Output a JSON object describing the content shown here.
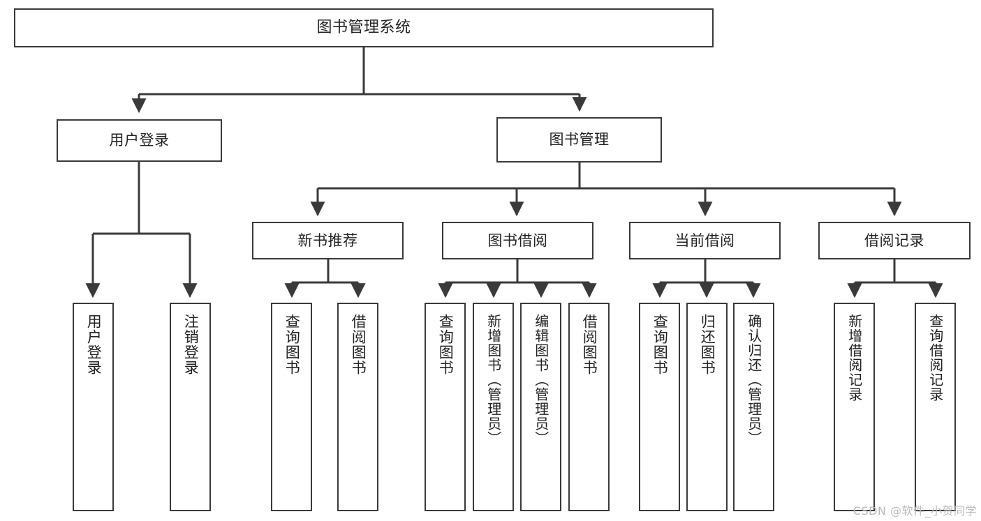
{
  "diagram": {
    "title": "图书管理系统",
    "watermark": "CSDN @软件_小贺同学",
    "line_color": "#3a3a3a",
    "box_fill": "#ffffff",
    "text_color": "#222222",
    "watermark_color": "#b9b9b9"
  },
  "nodes": {
    "root": {
      "label": "图书管理系统"
    },
    "level2": [
      {
        "label": "用户登录"
      },
      {
        "label": "图书管理"
      }
    ],
    "level3": [
      {
        "label": "新书推荐"
      },
      {
        "label": "图书借阅"
      },
      {
        "label": "当前借阅"
      },
      {
        "label": "借阅记录"
      }
    ],
    "leaves_user_login": [
      {
        "label": "用户登录"
      },
      {
        "label": "注销登录"
      }
    ],
    "leaves_new_book": [
      {
        "label": "查询图书"
      },
      {
        "label": "借阅图书"
      }
    ],
    "leaves_borrow": [
      {
        "label": "查询图书"
      },
      {
        "label": "新增图书（管理员）"
      },
      {
        "label": "编辑图书（管理员）"
      },
      {
        "label": "借阅图书"
      }
    ],
    "leaves_current": [
      {
        "label": "查询图书"
      },
      {
        "label": "归还图书"
      },
      {
        "label": "确认归还（管理员）"
      }
    ],
    "leaves_records": [
      {
        "label": "新增借阅记录"
      },
      {
        "label": "查询借阅记录"
      }
    ]
  }
}
